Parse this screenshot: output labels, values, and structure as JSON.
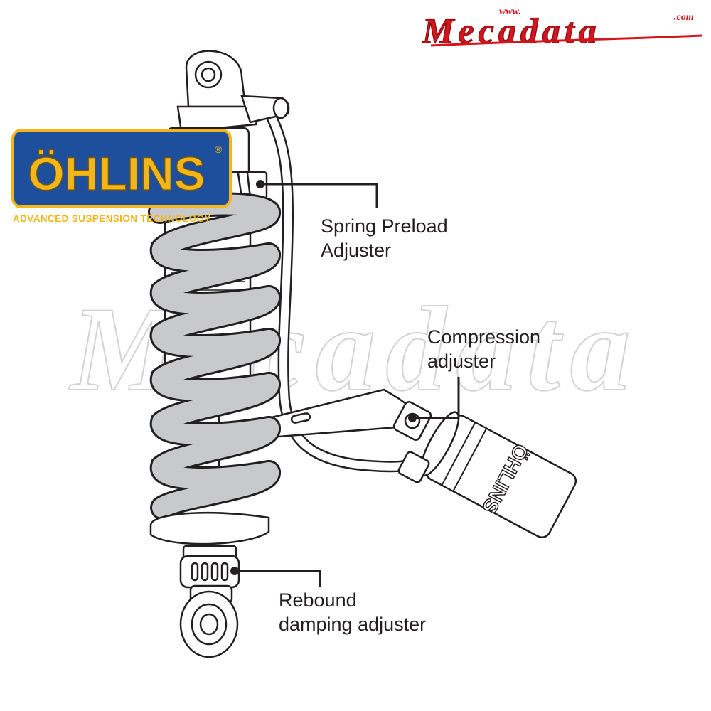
{
  "brand": {
    "name": "Mecadata",
    "prefix": "www.",
    "suffix": ".com",
    "color": "#d3151d"
  },
  "watermark": {
    "text": "Mecadata"
  },
  "ohlins_logo": {
    "name": "ÖHLINS",
    "registered": "®",
    "tagline": "ADVANCED SUSPENSION TECHNOLOGY",
    "panel_color": "#1e4f9c",
    "text_color": "#f2b61b"
  },
  "canister_marking": "ÖHLINS",
  "callouts": {
    "spring_preload": {
      "line1": "Spring Preload",
      "line2": "Adjuster"
    },
    "compression": {
      "line1": "Compression",
      "line2": "adjuster"
    },
    "rebound": {
      "line1": "Rebound",
      "line2": "damping adjuster"
    }
  },
  "colors": {
    "spring": "#c8c9cb",
    "outline": "#231f20",
    "leader": "#231f20"
  }
}
